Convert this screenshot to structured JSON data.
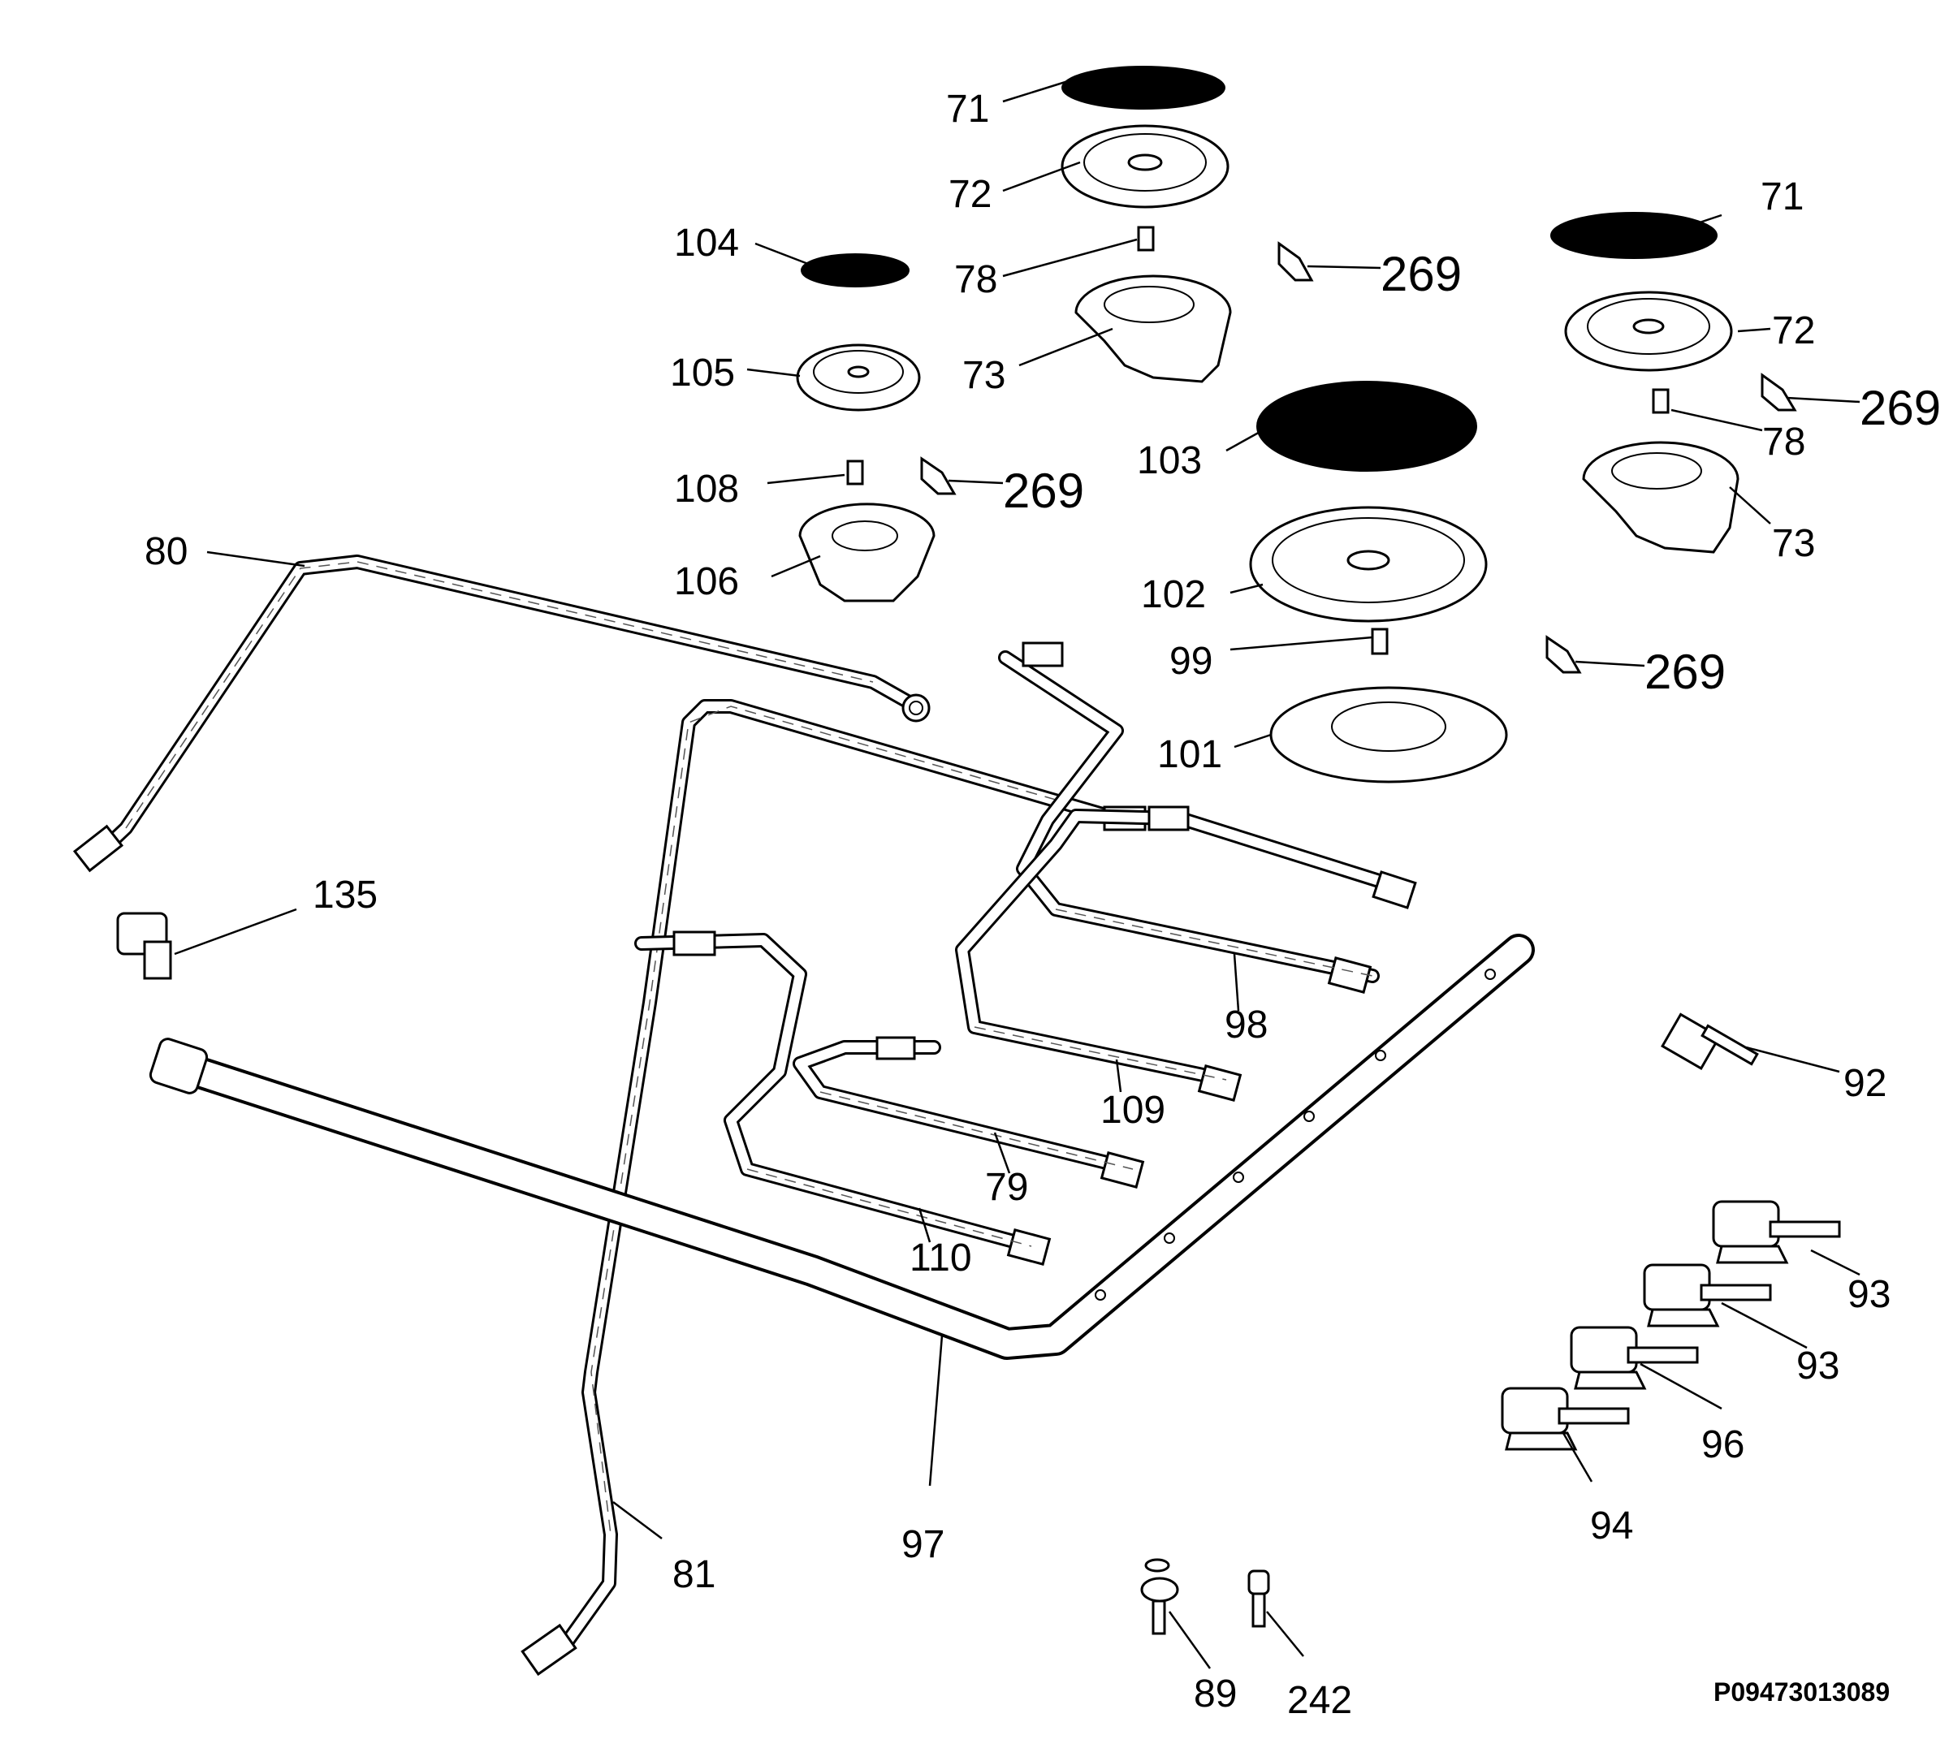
{
  "diagram": {
    "drawing_code": "P09473013089",
    "labels": {
      "l71a": "71",
      "l72a": "72",
      "l78a": "78",
      "l73a": "73",
      "l104": "104",
      "l105": "105",
      "l108": "108",
      "l106": "106",
      "l269a": "269",
      "l269b": "269",
      "l269c": "269",
      "l269d": "269",
      "l71b": "71",
      "l72b": "72",
      "l78b": "78",
      "l73b": "73",
      "l103": "103",
      "l102": "102",
      "l99": "99",
      "l101": "101",
      "l80": "80",
      "l135": "135",
      "l98": "98",
      "l109": "109",
      "l79": "79",
      "l110": "110",
      "l92": "92",
      "l93a": "93",
      "l93b": "93",
      "l96": "96",
      "l94": "94",
      "l97": "97",
      "l81": "81",
      "l89": "89",
      "l242": "242"
    }
  }
}
